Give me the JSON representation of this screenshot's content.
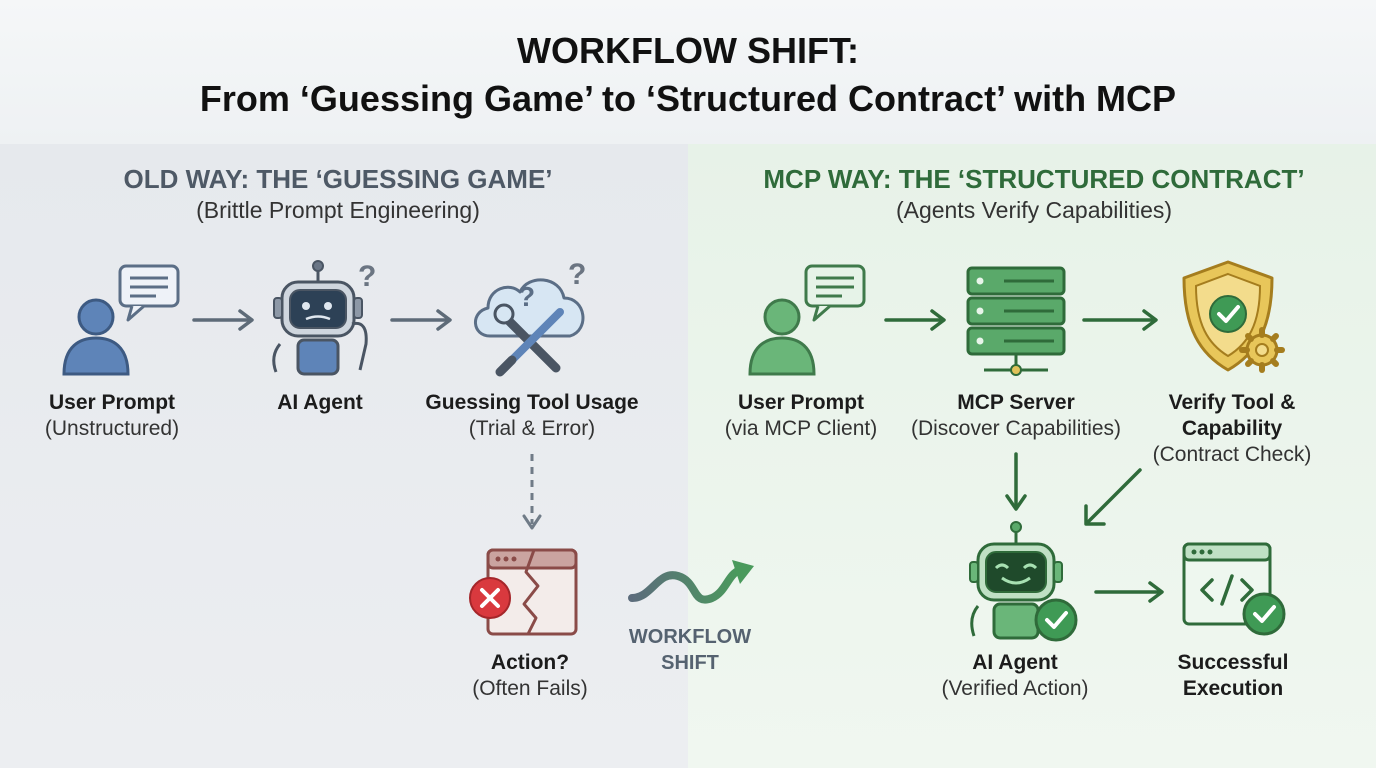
{
  "header": {
    "title_line1": "WORKFLOW SHIFT:",
    "title_line2": "From ‘Guessing Game’ to ‘Structured Contract’ with MCP"
  },
  "old_way": {
    "title": "OLD WAY: THE ‘GUESSING GAME’",
    "subtitle": "(Brittle Prompt Engineering)",
    "nodes": {
      "user_prompt": {
        "label": "User Prompt",
        "sub": "(Unstructured)"
      },
      "ai_agent": {
        "label": "AI Agent"
      },
      "guessing_tool": {
        "label": "Guessing Tool Usage",
        "sub": "(Trial & Error)"
      },
      "action": {
        "label": "Action?",
        "sub": "(Often Fails)"
      }
    }
  },
  "shift": {
    "line1": "WORKFLOW",
    "line2": "SHIFT"
  },
  "mcp_way": {
    "title": "MCP WAY: THE ‘STRUCTURED CONTRACT’",
    "subtitle": "(Agents Verify Capabilities)",
    "nodes": {
      "user_prompt": {
        "label": "User Prompt",
        "sub": "(via MCP Client)"
      },
      "mcp_server": {
        "label": "MCP Server",
        "sub": "(Discover Capabilities)"
      },
      "verify": {
        "label_line1": "Verify Tool &",
        "label_line2": "Capability",
        "sub": "(Contract Check)"
      },
      "ai_agent": {
        "label": "AI Agent",
        "sub": "(Verified Action)"
      },
      "execution": {
        "label_line1": "Successful",
        "label_line2": "Execution"
      }
    }
  },
  "colors": {
    "old_accent": "#4e5966",
    "old_user": "#5e84b8",
    "mcp_accent": "#2f6b3a",
    "mcp_green": "#4a9a5c",
    "error_red": "#d9393e",
    "shield_gold": "#d3a938"
  }
}
